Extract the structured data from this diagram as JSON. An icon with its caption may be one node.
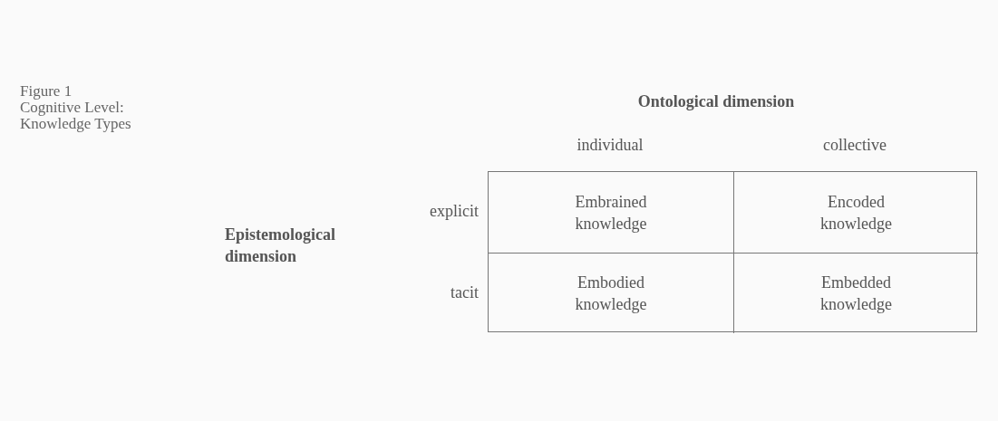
{
  "diagram": {
    "title": "Figure 1",
    "caption": "Cognitive Level: Knowledge Types",
    "nodes": [
      {
        "text": [
          "Embrained knowledge"
        ]
      },
      {
        "text": [
          "Encoded knowledge"
        ]
      },
      {
        "text": [
          "Embodied knowledge"
        ]
      },
      {
        "text": [
          "Embedded knowledge"
        ]
      }
    ],
    "labels": [
      "Ontological dimension",
      "individual",
      "collective",
      "explicit",
      "Epistemological dimension",
      "tacit"
    ]
  }
}
